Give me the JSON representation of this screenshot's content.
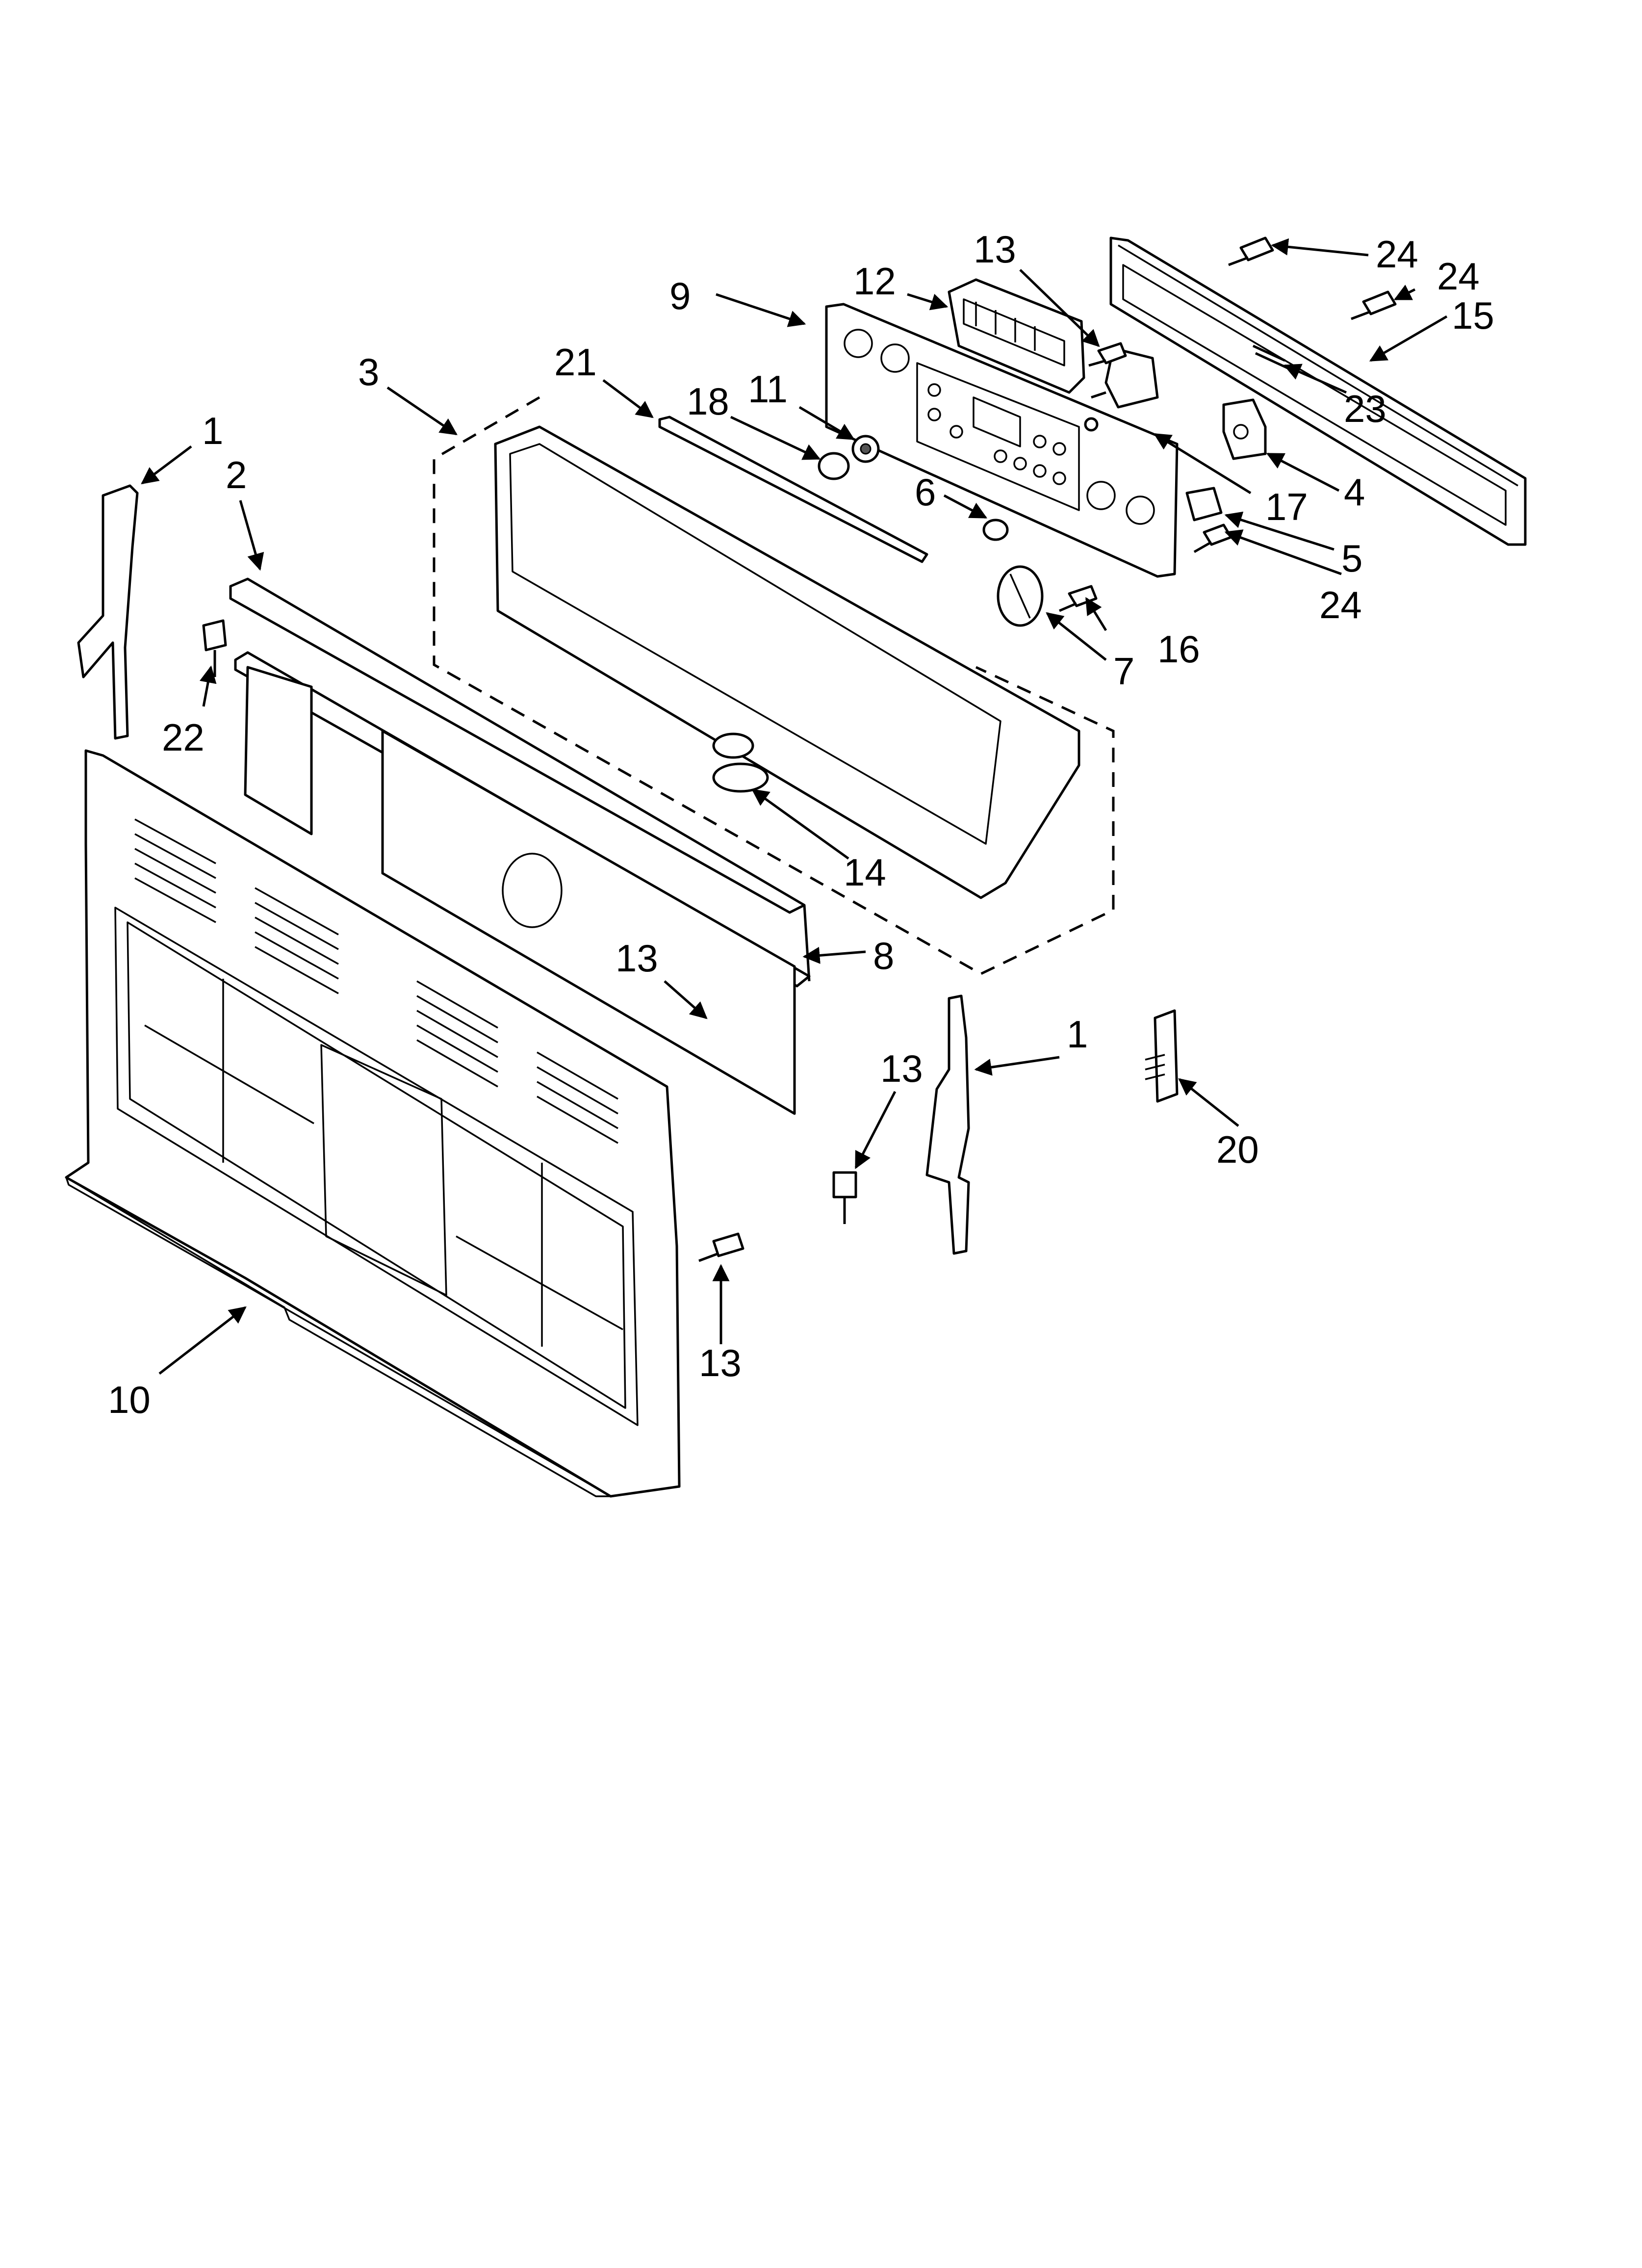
{
  "callouts": {
    "c1_left": "1",
    "c1_right": "1",
    "c2": "2",
    "c3": "3",
    "c4": "4",
    "c5": "5",
    "c6": "6",
    "c7": "7",
    "c8": "8",
    "c9": "9",
    "c10": "10",
    "c11": "11",
    "c12": "12",
    "c13_top": "13",
    "c13_mid": "13",
    "c13_right": "13",
    "c13_bottom": "13",
    "c14": "14",
    "c15": "15",
    "c16": "16",
    "c17": "17",
    "c18": "18",
    "c20": "20",
    "c21": "21",
    "c22": "22",
    "c23": "23",
    "c24_top": "24",
    "c24_upper": "24",
    "c24_lower": "24"
  }
}
